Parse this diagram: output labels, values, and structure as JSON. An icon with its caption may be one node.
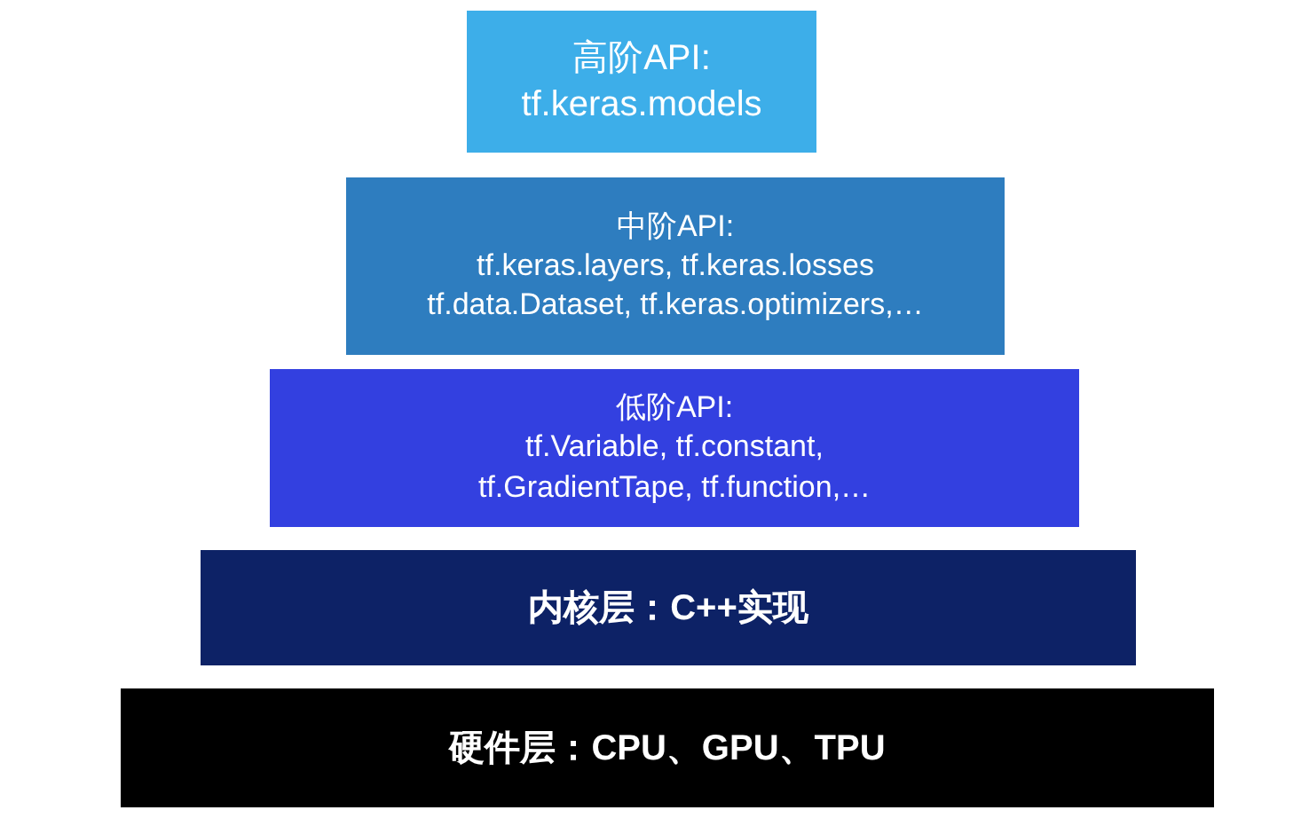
{
  "diagram": {
    "nodes": [
      {
        "text": [
          "高阶API:",
          "tf.keras.models"
        ]
      },
      {
        "text": [
          "中阶API:",
          "tf.keras.layers, tf.keras.losses tf.data.Dataset, tf.keras.optimizers,…"
        ]
      },
      {
        "text": [
          "低阶API:",
          "tf.Variable, tf.constant, tf.GradientTape, tf.function,…"
        ]
      },
      {
        "text": [
          "内核层：C++实现"
        ]
      },
      {
        "text": [
          "硬件层：CPU、GPU、TPU"
        ]
      }
    ]
  }
}
